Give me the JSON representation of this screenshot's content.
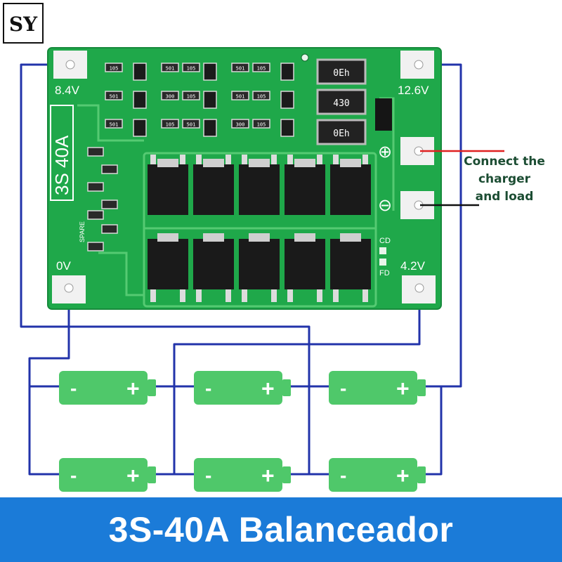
{
  "logo": {
    "text": "SY"
  },
  "board": {
    "model_label": "3S 40A",
    "spare_label": "SPARE",
    "terminals": {
      "top_left": "8.4V",
      "top_right": "12.6V",
      "bottom_left": "0V",
      "bottom_right": "4.2V"
    },
    "polarity": {
      "positive": "⊕",
      "negative": "⊖"
    },
    "indicators": {
      "cd": "CD",
      "fd": "FD"
    },
    "resistor_codes": [
      "0Eh",
      "430",
      "0Eh"
    ],
    "small_codes": [
      "105",
      "501",
      "105",
      "501",
      "105",
      "501",
      "300"
    ]
  },
  "callout": {
    "line1": "Connect the",
    "line2": "charger",
    "line3": "and load"
  },
  "batteries": {
    "minus": "-",
    "plus": "+"
  },
  "banner": {
    "title": "3S-40A Balanceador"
  },
  "colors": {
    "pcb": "#1fa84a",
    "pcb_trace": "#5fd07a",
    "wire": "#2233aa",
    "battery": "#4fc86a",
    "banner": "#1b7bd8",
    "lead_positive": "#e02020",
    "lead_negative": "#111111"
  }
}
